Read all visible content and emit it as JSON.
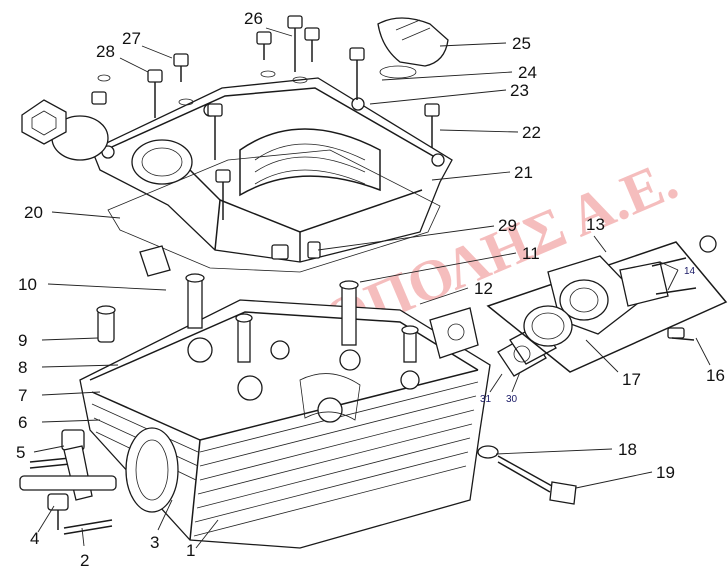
{
  "watermark": {
    "text": "ΓΚΟΥΡΟΠΟΛΗΣ Α.Ε.",
    "color": "#f2a8a8"
  },
  "callouts": [
    {
      "id": "c1",
      "label": "1"
    },
    {
      "id": "c2",
      "label": "2"
    },
    {
      "id": "c3",
      "label": "3"
    },
    {
      "id": "c4",
      "label": "4"
    },
    {
      "id": "c5",
      "label": "5"
    },
    {
      "id": "c6",
      "label": "6"
    },
    {
      "id": "c7",
      "label": "7"
    },
    {
      "id": "c8",
      "label": "8"
    },
    {
      "id": "c9",
      "label": "9"
    },
    {
      "id": "c10",
      "label": "10"
    },
    {
      "id": "c11",
      "label": "11"
    },
    {
      "id": "c12",
      "label": "12"
    },
    {
      "id": "c13",
      "label": "13"
    },
    {
      "id": "c14",
      "label": "14"
    },
    {
      "id": "c16",
      "label": "16"
    },
    {
      "id": "c17",
      "label": "17"
    },
    {
      "id": "c18",
      "label": "18"
    },
    {
      "id": "c19",
      "label": "19"
    },
    {
      "id": "c20",
      "label": "20"
    },
    {
      "id": "c21",
      "label": "21"
    },
    {
      "id": "c22",
      "label": "22"
    },
    {
      "id": "c23",
      "label": "23"
    },
    {
      "id": "c24",
      "label": "24"
    },
    {
      "id": "c25",
      "label": "25"
    },
    {
      "id": "c26",
      "label": "26"
    },
    {
      "id": "c27",
      "label": "27"
    },
    {
      "id": "c28",
      "label": "28"
    },
    {
      "id": "c29",
      "label": "29"
    },
    {
      "id": "c30",
      "label": "30"
    },
    {
      "id": "c31",
      "label": "31"
    }
  ]
}
